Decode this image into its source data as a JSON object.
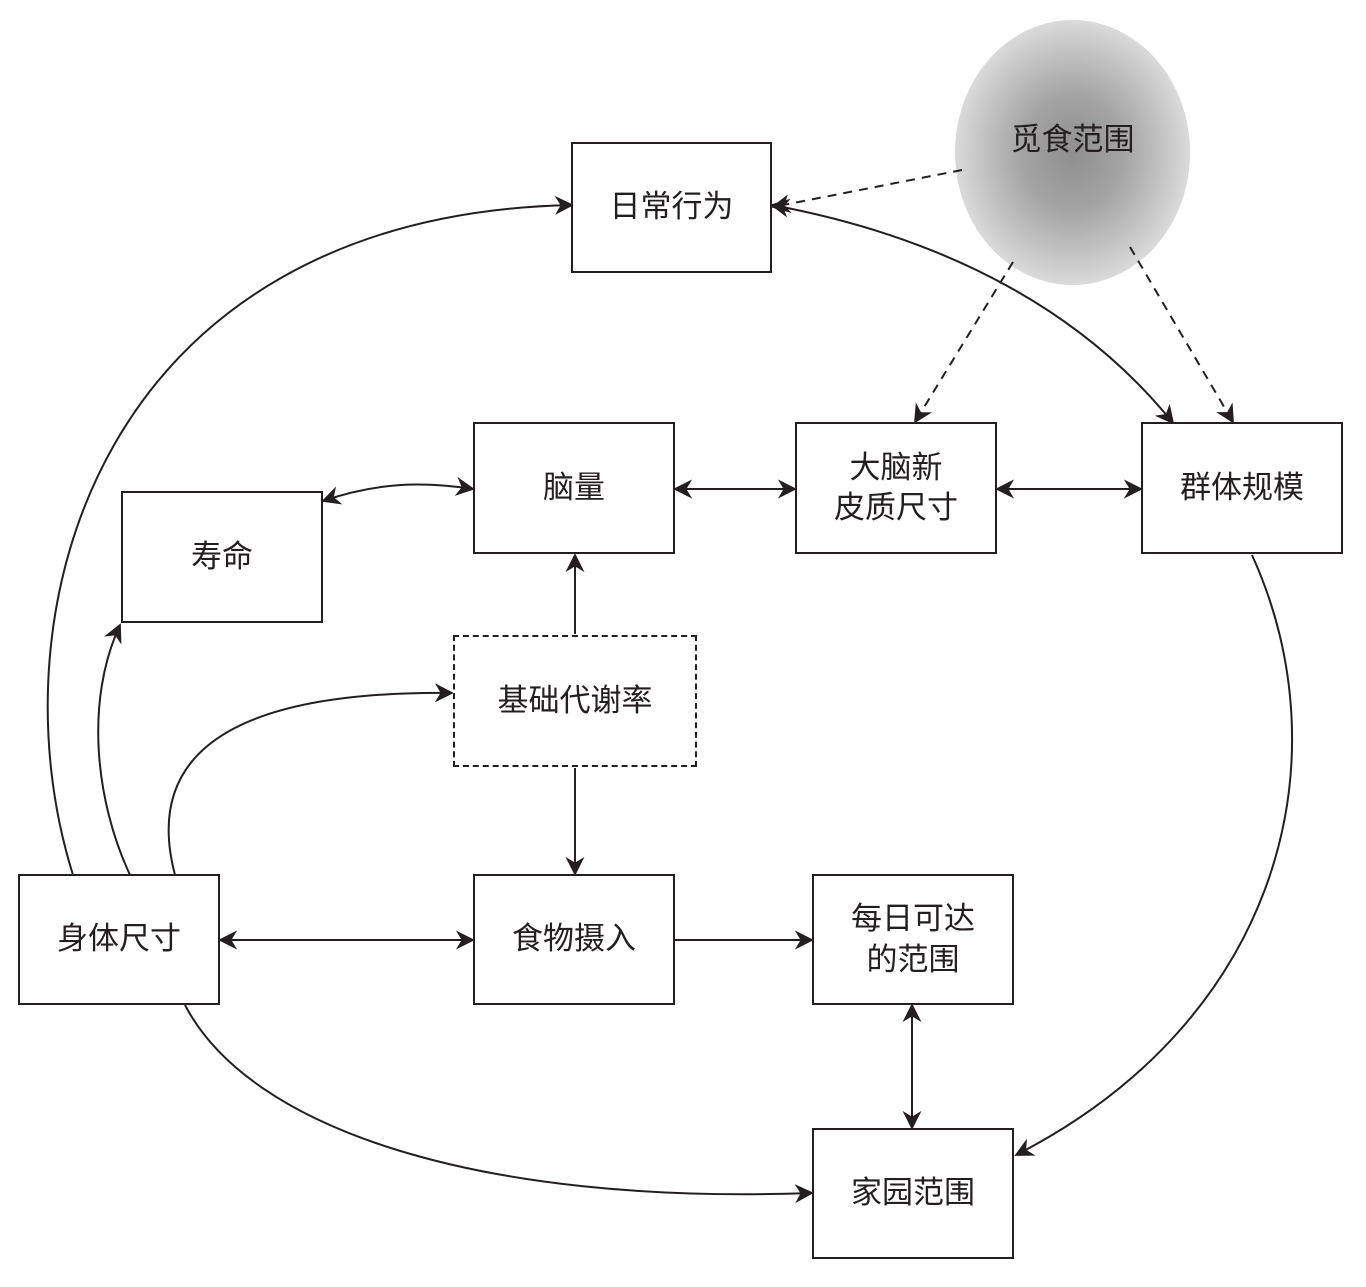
{
  "nodes": {
    "daily_behavior": "日常行为",
    "brain_volume": "脑量",
    "neocortex_line1": "大脑新",
    "neocortex_line2": "皮质尺寸",
    "group_size": "群体规模",
    "lifespan": "寿命",
    "bmr": "基础代谢率",
    "body_size": "身体尺寸",
    "food_intake": "食物摄入",
    "day_range_line1": "每日可达",
    "day_range_line2": "的范围",
    "home_range": "家园范围"
  },
  "foraging_range": "觅食范围",
  "colors": {
    "stroke": "#231f20",
    "cloud": "#9a9a9a",
    "background": "#ffffff"
  }
}
